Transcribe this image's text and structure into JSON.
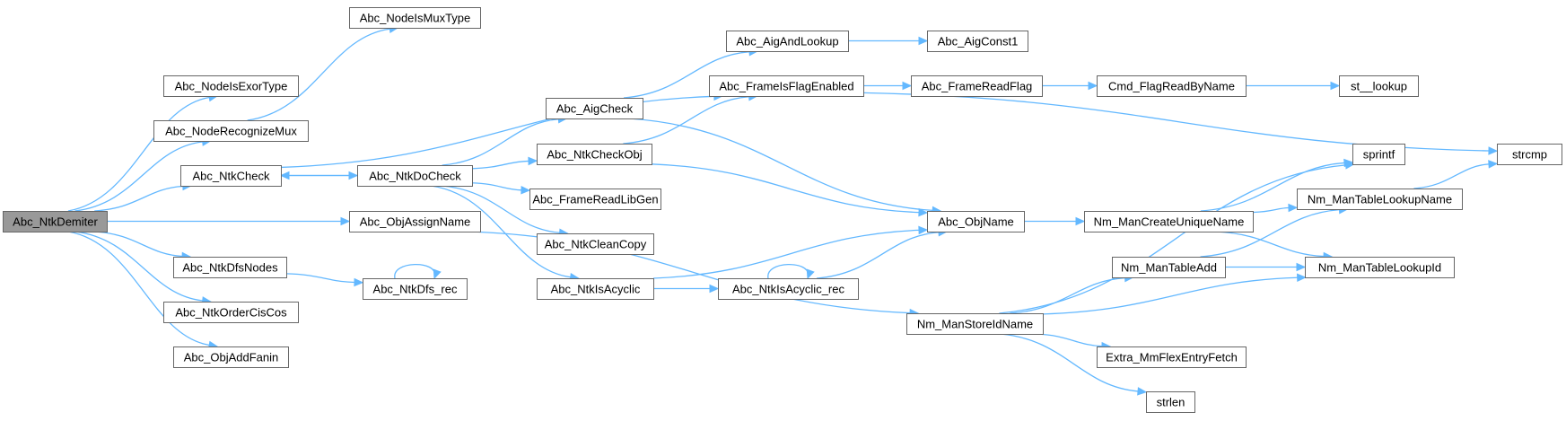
{
  "graph": {
    "root": "Abc_NtkDemiter",
    "nodes": [
      {
        "id": "Abc_NtkDemiter",
        "label": "Abc_NtkDemiter"
      },
      {
        "id": "Abc_NodeIsMuxType",
        "label": "Abc_NodeIsMuxType"
      },
      {
        "id": "Abc_NodeIsExorType",
        "label": "Abc_NodeIsExorType"
      },
      {
        "id": "Abc_NodeRecognizeMux",
        "label": "Abc_NodeRecognizeMux"
      },
      {
        "id": "Abc_NtkCheck",
        "label": "Abc_NtkCheck"
      },
      {
        "id": "Abc_NtkDoCheck",
        "label": "Abc_NtkDoCheck"
      },
      {
        "id": "Abc_ObjAssignName",
        "label": "Abc_ObjAssignName"
      },
      {
        "id": "Abc_NtkDfsNodes",
        "label": "Abc_NtkDfsNodes"
      },
      {
        "id": "Abc_NtkDfs_rec",
        "label": "Abc_NtkDfs_rec"
      },
      {
        "id": "Abc_NtkOrderCisCos",
        "label": "Abc_NtkOrderCisCos"
      },
      {
        "id": "Abc_ObjAddFanin",
        "label": "Abc_ObjAddFanin"
      },
      {
        "id": "Abc_AigCheck",
        "label": "Abc_AigCheck"
      },
      {
        "id": "Abc_NtkCheckObj",
        "label": "Abc_NtkCheckObj"
      },
      {
        "id": "Abc_FrameReadLibGen",
        "label": "Abc_FrameReadLibGen"
      },
      {
        "id": "Abc_NtkCleanCopy",
        "label": "Abc_NtkCleanCopy"
      },
      {
        "id": "Abc_NtkIsAcyclic",
        "label": "Abc_NtkIsAcyclic"
      },
      {
        "id": "Abc_AigAndLookup",
        "label": "Abc_AigAndLookup"
      },
      {
        "id": "Abc_FrameIsFlagEnabled",
        "label": "Abc_FrameIsFlagEnabled"
      },
      {
        "id": "Abc_NtkIsAcyclic_rec",
        "label": "Abc_NtkIsAcyclic_rec"
      },
      {
        "id": "Abc_AigConst1",
        "label": "Abc_AigConst1"
      },
      {
        "id": "Abc_FrameReadFlag",
        "label": "Abc_FrameReadFlag"
      },
      {
        "id": "Abc_ObjName",
        "label": "Abc_ObjName"
      },
      {
        "id": "Nm_ManStoreIdName",
        "label": "Nm_ManStoreIdName"
      },
      {
        "id": "Cmd_FlagReadByName",
        "label": "Cmd_FlagReadByName"
      },
      {
        "id": "Nm_ManCreateUniqueName",
        "label": "Nm_ManCreateUniqueName"
      },
      {
        "id": "Nm_ManTableAdd",
        "label": "Nm_ManTableAdd"
      },
      {
        "id": "Extra_MmFlexEntryFetch",
        "label": "Extra_MmFlexEntryFetch"
      },
      {
        "id": "strlen",
        "label": "strlen"
      },
      {
        "id": "st__lookup",
        "label": "st__lookup"
      },
      {
        "id": "sprintf",
        "label": "sprintf"
      },
      {
        "id": "Nm_ManTableLookupName",
        "label": "Nm_ManTableLookupName"
      },
      {
        "id": "Nm_ManTableLookupId",
        "label": "Nm_ManTableLookupId"
      },
      {
        "id": "strcmp",
        "label": "strcmp"
      }
    ],
    "edges": [
      {
        "from": "Abc_NtkDemiter",
        "to": "Abc_NodeIsExorType"
      },
      {
        "from": "Abc_NtkDemiter",
        "to": "Abc_NodeRecognizeMux"
      },
      {
        "from": "Abc_NtkDemiter",
        "to": "Abc_NtkCheck"
      },
      {
        "from": "Abc_NtkDemiter",
        "to": "Abc_ObjAssignName"
      },
      {
        "from": "Abc_NtkDemiter",
        "to": "Abc_NtkDfsNodes"
      },
      {
        "from": "Abc_NtkDemiter",
        "to": "Abc_NtkOrderCisCos"
      },
      {
        "from": "Abc_NtkDemiter",
        "to": "Abc_ObjAddFanin"
      },
      {
        "from": "Abc_NodeRecognizeMux",
        "to": "Abc_NodeIsMuxType"
      },
      {
        "from": "Abc_NtkCheck",
        "to": "Abc_NtkDoCheck"
      },
      {
        "from": "Abc_NtkCheck",
        "to": "Abc_FrameIsFlagEnabled"
      },
      {
        "from": "Abc_NtkDoCheck",
        "to": "Abc_NtkCheck"
      },
      {
        "from": "Abc_NtkDoCheck",
        "to": "Abc_AigCheck"
      },
      {
        "from": "Abc_NtkDoCheck",
        "to": "Abc_NtkCheckObj"
      },
      {
        "from": "Abc_NtkDoCheck",
        "to": "Abc_FrameReadLibGen"
      },
      {
        "from": "Abc_NtkDoCheck",
        "to": "Abc_NtkCleanCopy"
      },
      {
        "from": "Abc_NtkDoCheck",
        "to": "Abc_NtkIsAcyclic"
      },
      {
        "from": "Abc_ObjAssignName",
        "to": "Nm_ManStoreIdName"
      },
      {
        "from": "Abc_NtkDfsNodes",
        "to": "Abc_NtkDfs_rec"
      },
      {
        "from": "Abc_NtkDfs_rec",
        "to": "Abc_NtkDfs_rec"
      },
      {
        "from": "Abc_AigCheck",
        "to": "Abc_AigAndLookup"
      },
      {
        "from": "Abc_AigCheck",
        "to": "Abc_ObjName"
      },
      {
        "from": "Abc_NtkCheckObj",
        "to": "Abc_FrameIsFlagEnabled"
      },
      {
        "from": "Abc_NtkCheckObj",
        "to": "Abc_ObjName"
      },
      {
        "from": "Abc_NtkIsAcyclic",
        "to": "Abc_ObjName"
      },
      {
        "from": "Abc_NtkIsAcyclic",
        "to": "Abc_NtkIsAcyclic_rec"
      },
      {
        "from": "Abc_NtkIsAcyclic_rec",
        "to": "Abc_NtkIsAcyclic_rec"
      },
      {
        "from": "Abc_NtkIsAcyclic_rec",
        "to": "Abc_ObjName"
      },
      {
        "from": "Abc_AigAndLookup",
        "to": "Abc_AigConst1"
      },
      {
        "from": "Abc_FrameIsFlagEnabled",
        "to": "Abc_FrameReadFlag"
      },
      {
        "from": "Abc_FrameIsFlagEnabled",
        "to": "strcmp"
      },
      {
        "from": "Abc_FrameReadFlag",
        "to": "Cmd_FlagReadByName"
      },
      {
        "from": "Cmd_FlagReadByName",
        "to": "st__lookup"
      },
      {
        "from": "Abc_ObjName",
        "to": "Nm_ManCreateUniqueName"
      },
      {
        "from": "Nm_ManCreateUniqueName",
        "to": "sprintf"
      },
      {
        "from": "Nm_ManCreateUniqueName",
        "to": "Nm_ManTableLookupName"
      },
      {
        "from": "Nm_ManCreateUniqueName",
        "to": "Nm_ManTableLookupId"
      },
      {
        "from": "Nm_ManStoreIdName",
        "to": "sprintf"
      },
      {
        "from": "Nm_ManStoreIdName",
        "to": "Nm_ManTableAdd"
      },
      {
        "from": "Nm_ManStoreIdName",
        "to": "Nm_ManTableLookupId"
      },
      {
        "from": "Nm_ManStoreIdName",
        "to": "Extra_MmFlexEntryFetch"
      },
      {
        "from": "Nm_ManStoreIdName",
        "to": "strlen"
      },
      {
        "from": "Nm_ManTableAdd",
        "to": "Nm_ManTableLookupName"
      },
      {
        "from": "Nm_ManTableAdd",
        "to": "Nm_ManTableLookupId"
      },
      {
        "from": "Nm_ManTableLookupName",
        "to": "strcmp"
      }
    ]
  }
}
